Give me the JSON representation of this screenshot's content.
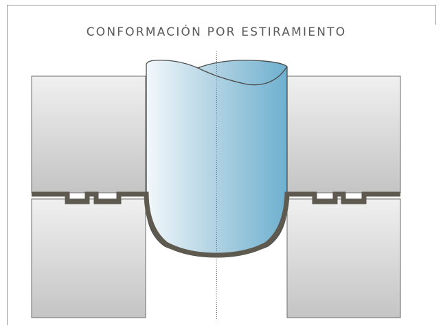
{
  "diagram": {
    "title": "CONFORMACIÓN POR ESTIRAMIENTO",
    "parts": [
      {
        "id": "upper-left-clamp",
        "kind": "clamp block"
      },
      {
        "id": "lower-left-die",
        "kind": "die block"
      },
      {
        "id": "upper-right-clamp",
        "kind": "clamp block"
      },
      {
        "id": "lower-right-die",
        "kind": "die block"
      },
      {
        "id": "sheet",
        "kind": "metal sheet"
      },
      {
        "id": "punch",
        "kind": "punch"
      },
      {
        "id": "center-axis",
        "kind": "axis line"
      }
    ]
  },
  "colors": {
    "frame": "#9a9a9a",
    "title": "#5a5a5a",
    "block_light": "#f0f0f0",
    "block_dark": "#c4c4c4",
    "block_edge": "#6b6b6b",
    "sheet": "#5f5a4f",
    "punch_light": "#f2f8fb",
    "punch_mid": "#b5d5e4",
    "punch_dark": "#6eb0cf",
    "punch_edge": "#4a4a4a",
    "axis": "#6a6a6a"
  }
}
